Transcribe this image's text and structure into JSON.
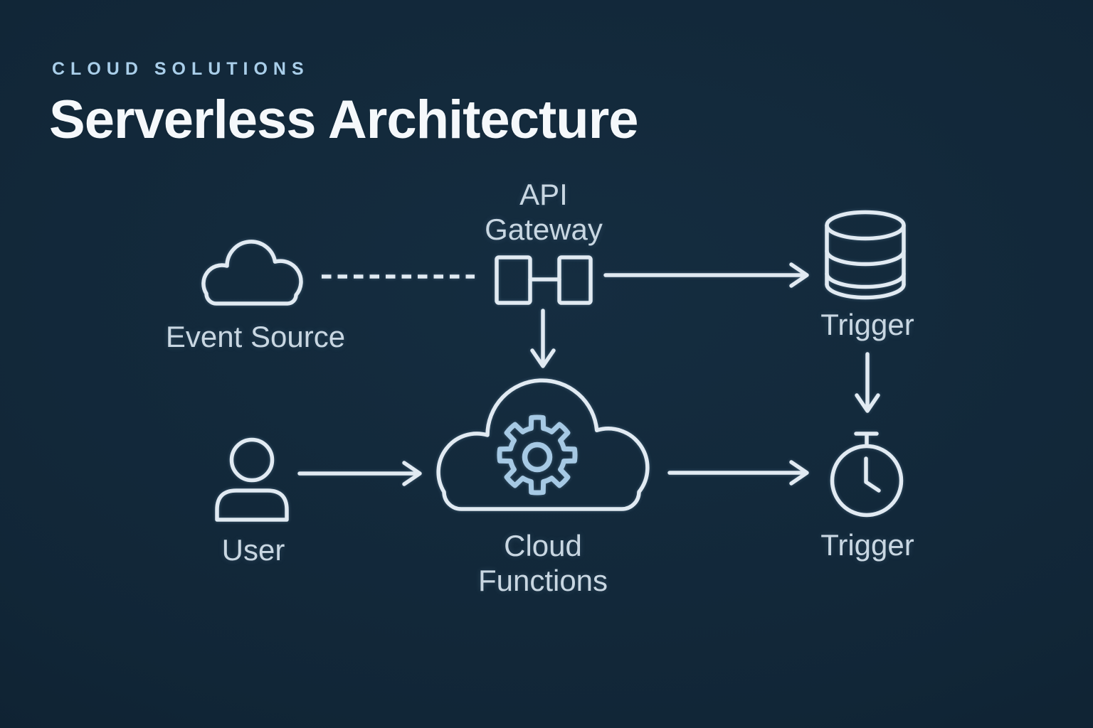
{
  "header": {
    "eyebrow": "CLOUD SOLUTIONS",
    "title": "Serverless Architecture"
  },
  "nodes": {
    "event_source": {
      "label": "Event Source",
      "icon": "cloud-icon"
    },
    "api_gateway": {
      "label": "API Gateway",
      "icon": "gateway-squares-icon"
    },
    "database_trigger": {
      "label": "Trigger",
      "icon": "database-icon"
    },
    "user": {
      "label": "User",
      "icon": "person-icon"
    },
    "cloud_functions": {
      "label": "Cloud Functions",
      "icon": "cloud-gear-icon"
    },
    "timer_trigger": {
      "label": "Trigger",
      "icon": "stopwatch-icon"
    }
  },
  "connectors": [
    {
      "from": "event_source",
      "to": "api_gateway",
      "style": "dashed-line"
    },
    {
      "from": "api_gateway",
      "to": "database_trigger",
      "style": "arrow"
    },
    {
      "from": "api_gateway",
      "to": "cloud_functions",
      "style": "arrow"
    },
    {
      "from": "user",
      "to": "cloud_functions",
      "style": "arrow"
    },
    {
      "from": "cloud_functions",
      "to": "timer_trigger",
      "style": "arrow"
    },
    {
      "from": "database_trigger",
      "to": "timer_trigger",
      "style": "arrow"
    }
  ],
  "colors": {
    "background": "#112637",
    "stroke": "#e1eaf2",
    "gear_accent": "#a6c9e4",
    "label": "#c9d7e2",
    "eyebrow": "#a9cee9",
    "title": "#f5f8fb"
  }
}
